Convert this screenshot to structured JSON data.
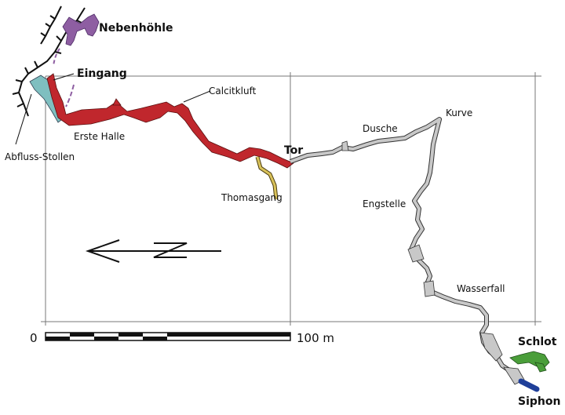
{
  "labels": {
    "nebenhoehle": "Nebenhöhle",
    "eingang": "Eingang",
    "calcitkluft": "Calcitkluft",
    "erste_halle": "Erste Halle",
    "abfluss_stollen": "Abfluss-Stollen",
    "tor": "Tor",
    "thomasgang": "Thomasgang",
    "dusche": "Dusche",
    "kurve": "Kurve",
    "engstelle": "Engstelle",
    "wasserfall": "Wasserfall",
    "schlot": "Schlot",
    "siphon": "Siphon"
  },
  "scale": {
    "start": "0",
    "end": "100 m"
  },
  "colors": {
    "main_passage": "#c0272d",
    "gray_passage": "#c8c8c8",
    "side_passage": "#8e5ea2",
    "abfluss": "#7fbfc0",
    "thomasgang": "#d9c25a",
    "schlot": "#4a9e3a",
    "siphon": "#1f3f99"
  },
  "icons": {
    "north_arrow": "north-arrow-icon"
  }
}
